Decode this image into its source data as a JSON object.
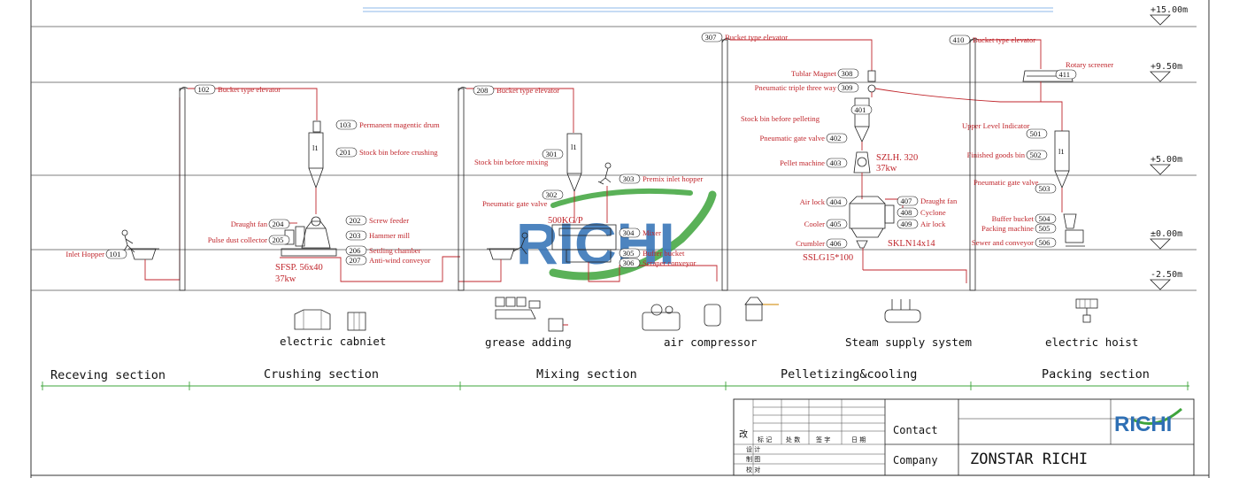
{
  "levels": [
    "+15.00m",
    "+9.50m",
    "+5.00m",
    "±0.00m",
    "-2.50m"
  ],
  "equipment": [
    {
      "id": "inlet-hopper",
      "num": "101",
      "label": "Inlet Hopper"
    },
    {
      "id": "bucket-elevator-102",
      "num": "102",
      "label": "Bucket type elevator"
    },
    {
      "id": "magnetic-drum",
      "num": "103",
      "label": "Permanent magentic drum"
    },
    {
      "id": "stock-bin-crushing",
      "num": "201",
      "label": "Stock bin before crushing"
    },
    {
      "id": "screw-feeder",
      "num": "202",
      "label": "Screw feeder"
    },
    {
      "id": "hammer-mill",
      "num": "203",
      "label": "Hammer mill"
    },
    {
      "id": "draught-fan-204",
      "num": "204",
      "label": "Draught fan"
    },
    {
      "id": "pulse-dust-collector",
      "num": "205",
      "label": "Pulse dust collector"
    },
    {
      "id": "settling-chamber",
      "num": "206",
      "label": "Settling chamber"
    },
    {
      "id": "anti-wind-conveyor",
      "num": "207",
      "label": "Anti-wind conveyor"
    },
    {
      "id": "bucket-elevator-208",
      "num": "208",
      "label": "Bucket type elevator"
    },
    {
      "id": "stock-bin-mixing",
      "num": "301",
      "label": "Stock bin before mixing"
    },
    {
      "id": "gate-valve-302",
      "num": "302",
      "label": "Pneumatic gate valve"
    },
    {
      "id": "premix-hopper",
      "num": "303",
      "label": "Premix inlet hopper"
    },
    {
      "id": "mixer",
      "num": "304",
      "label": "Mixer"
    },
    {
      "id": "buffer-bucket-305",
      "num": "305",
      "label": "Buffer bucket"
    },
    {
      "id": "scraper-conveyor",
      "num": "306",
      "label": "Scraper conveyor"
    },
    {
      "id": "bucket-elevator-307",
      "num": "307",
      "label": "Bucket type elevator"
    },
    {
      "id": "tublar-magnet",
      "num": "308",
      "label": "Tublar Magnet"
    },
    {
      "id": "triple-way",
      "num": "309",
      "label": "Pneumatic triple three way"
    },
    {
      "id": "stock-bin-pelleting",
      "num": "401",
      "label": "Stock bin before pelleting"
    },
    {
      "id": "gate-valve-402",
      "num": "402",
      "label": "Pneumatic gate valve"
    },
    {
      "id": "pellet-machine",
      "num": "403",
      "label": "Pellet machine"
    },
    {
      "id": "air-lock-404",
      "num": "404",
      "label": "Air lock"
    },
    {
      "id": "cooler",
      "num": "405",
      "label": "Cooler"
    },
    {
      "id": "crumbler",
      "num": "406",
      "label": "Crumbler"
    },
    {
      "id": "draught-fan-407",
      "num": "407",
      "label": "Draught fan"
    },
    {
      "id": "cyclone",
      "num": "408",
      "label": "Cyclone"
    },
    {
      "id": "air-lock-409",
      "num": "409",
      "label": "Air lock"
    },
    {
      "id": "bucket-elevator-410",
      "num": "410",
      "label": "Bucket type elevator"
    },
    {
      "id": "rotary-screener",
      "num": "411",
      "label": "Rotary screener"
    },
    {
      "id": "level-indicator",
      "num": "501",
      "label": "Upper Level Indicator"
    },
    {
      "id": "finished-goods-bin",
      "num": "502",
      "label": "Finished goods bin"
    },
    {
      "id": "gate-valve-503",
      "num": "503",
      "label": "Pneumatic gate valve"
    },
    {
      "id": "buffer-bucket-504",
      "num": "504",
      "label": "Buffer bucket"
    },
    {
      "id": "packing-machine",
      "num": "505",
      "label": "Packing machine"
    },
    {
      "id": "sewer-conveyor",
      "num": "506",
      "label": "Sewer and conveyor"
    }
  ],
  "specs": {
    "sfsp": "SFSP. 56x40",
    "sfsp_kw": "37kw",
    "mixer_cap": "500KG/P",
    "szlh": "SZLH. 320",
    "szlh_kw": "37kw",
    "skln": "SKLN14x14",
    "sslg": "SSLG15*100"
  },
  "auxiliary": [
    "electric cabniet",
    "grease adding",
    "air compressor",
    "Steam supply system",
    "electric hoist"
  ],
  "sections": [
    "Receving section",
    "Crushing section",
    "Mixing section",
    "Pelletizing&cooling",
    "Packing section"
  ],
  "title_block": {
    "contact_label": "Contact",
    "company_label": "Company",
    "company_name": "ZONSTAR RICHI",
    "logo_text": "RICHI",
    "rev_char": "改",
    "cols": [
      "标 记",
      "处 数",
      "签 字",
      "日 期"
    ],
    "rows": [
      "设 计",
      "制 图",
      "校 对"
    ]
  },
  "watermark": "RICHI",
  "colors": {
    "line": "#c0262c",
    "watermark_blue": "#2e6fb4",
    "watermark_green": "#3ea43b"
  }
}
